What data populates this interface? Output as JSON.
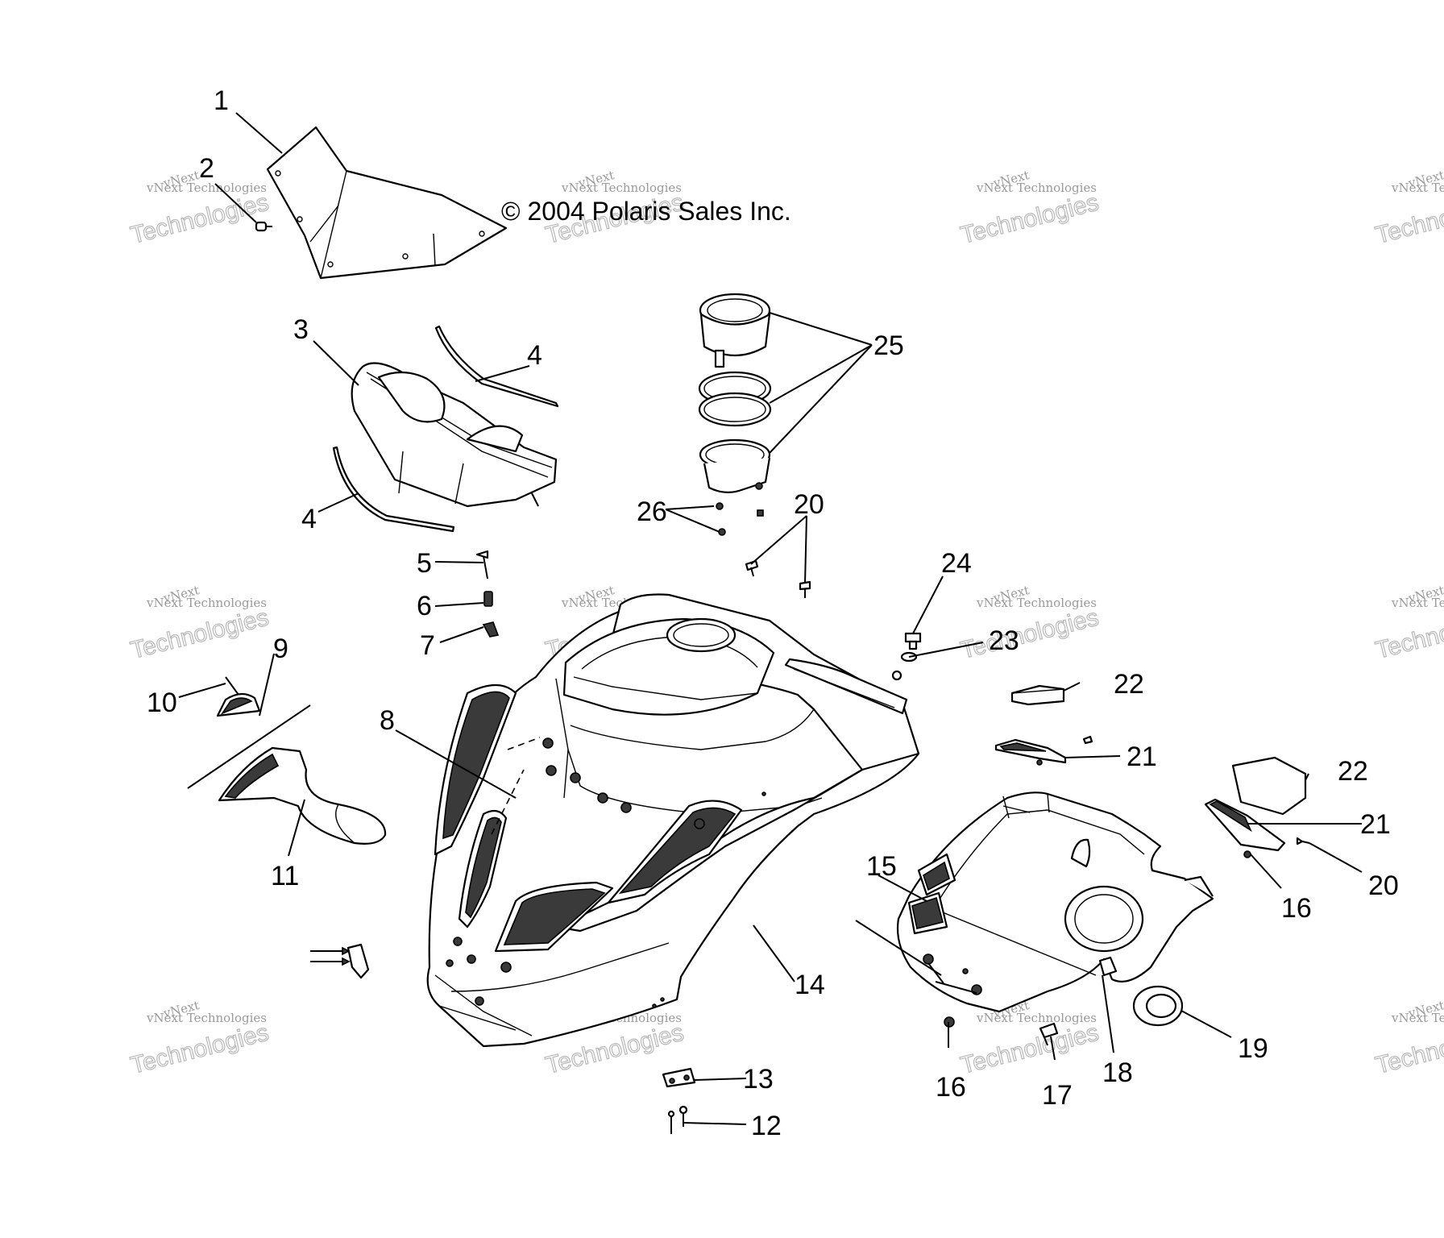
{
  "copyright": "© 2004 Polaris Sales Inc.",
  "watermark": {
    "line1": "vNext",
    "line2": "vNext Technologies",
    "line3": "Technologies"
  },
  "callouts": {
    "c1": "1",
    "c2": "2",
    "c3": "3",
    "c4a": "4",
    "c4b": "4",
    "c5": "5",
    "c6": "6",
    "c7": "7",
    "c8": "8",
    "c9": "9",
    "c10": "10",
    "c11": "11",
    "c12": "12",
    "c13": "13",
    "c14": "14",
    "c15": "15",
    "c16a": "16",
    "c16b": "16",
    "c17": "17",
    "c18": "18",
    "c19": "19",
    "c20a": "20",
    "c20b": "20",
    "c21a": "21",
    "c21b": "21",
    "c22a": "22",
    "c22b": "22",
    "c23": "23",
    "c24": "24",
    "c25": "25",
    "c26": "26"
  }
}
